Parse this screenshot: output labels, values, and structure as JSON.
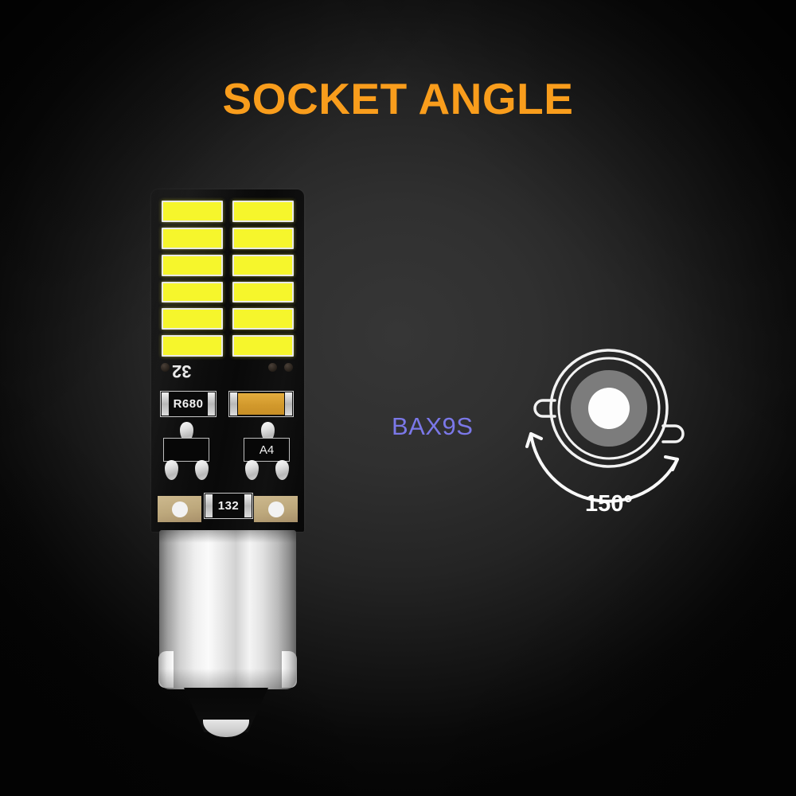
{
  "page": {
    "title": "SOCKET ANGLE",
    "background_center_color": "#333333",
    "background_edge_color": "#060606",
    "title_color": "#f99d1c"
  },
  "product": {
    "socket_type_label": "BAX9S",
    "socket_type_color": "#7b78e8",
    "angle_label": "150°",
    "angle_label_color": "#ffffff"
  },
  "pcb": {
    "led_count_label": "32",
    "led_color": "#f6f62c",
    "led_rows": 6,
    "led_columns": 2,
    "leds": [
      "led-1",
      "led-2",
      "led-3",
      "led-4",
      "led-5",
      "led-6",
      "led-7",
      "led-8",
      "led-9",
      "led-10",
      "led-11",
      "led-12"
    ],
    "components": {
      "resistor_top_label": "R680",
      "capacitor_label": "",
      "transistor_label": "A4",
      "resistor_bottom_label": "132"
    }
  },
  "socket_diagram": {
    "outer_ring": "socket-outer-ring",
    "inner_ring": "socket-inner-ring",
    "hub_color": "#808080",
    "center_color": "#ffffff",
    "pin_left": "bayonet-pin-left",
    "pin_right": "bayonet-pin-right",
    "arrow": "rotation-arc-arrow",
    "angle_value": "150"
  }
}
